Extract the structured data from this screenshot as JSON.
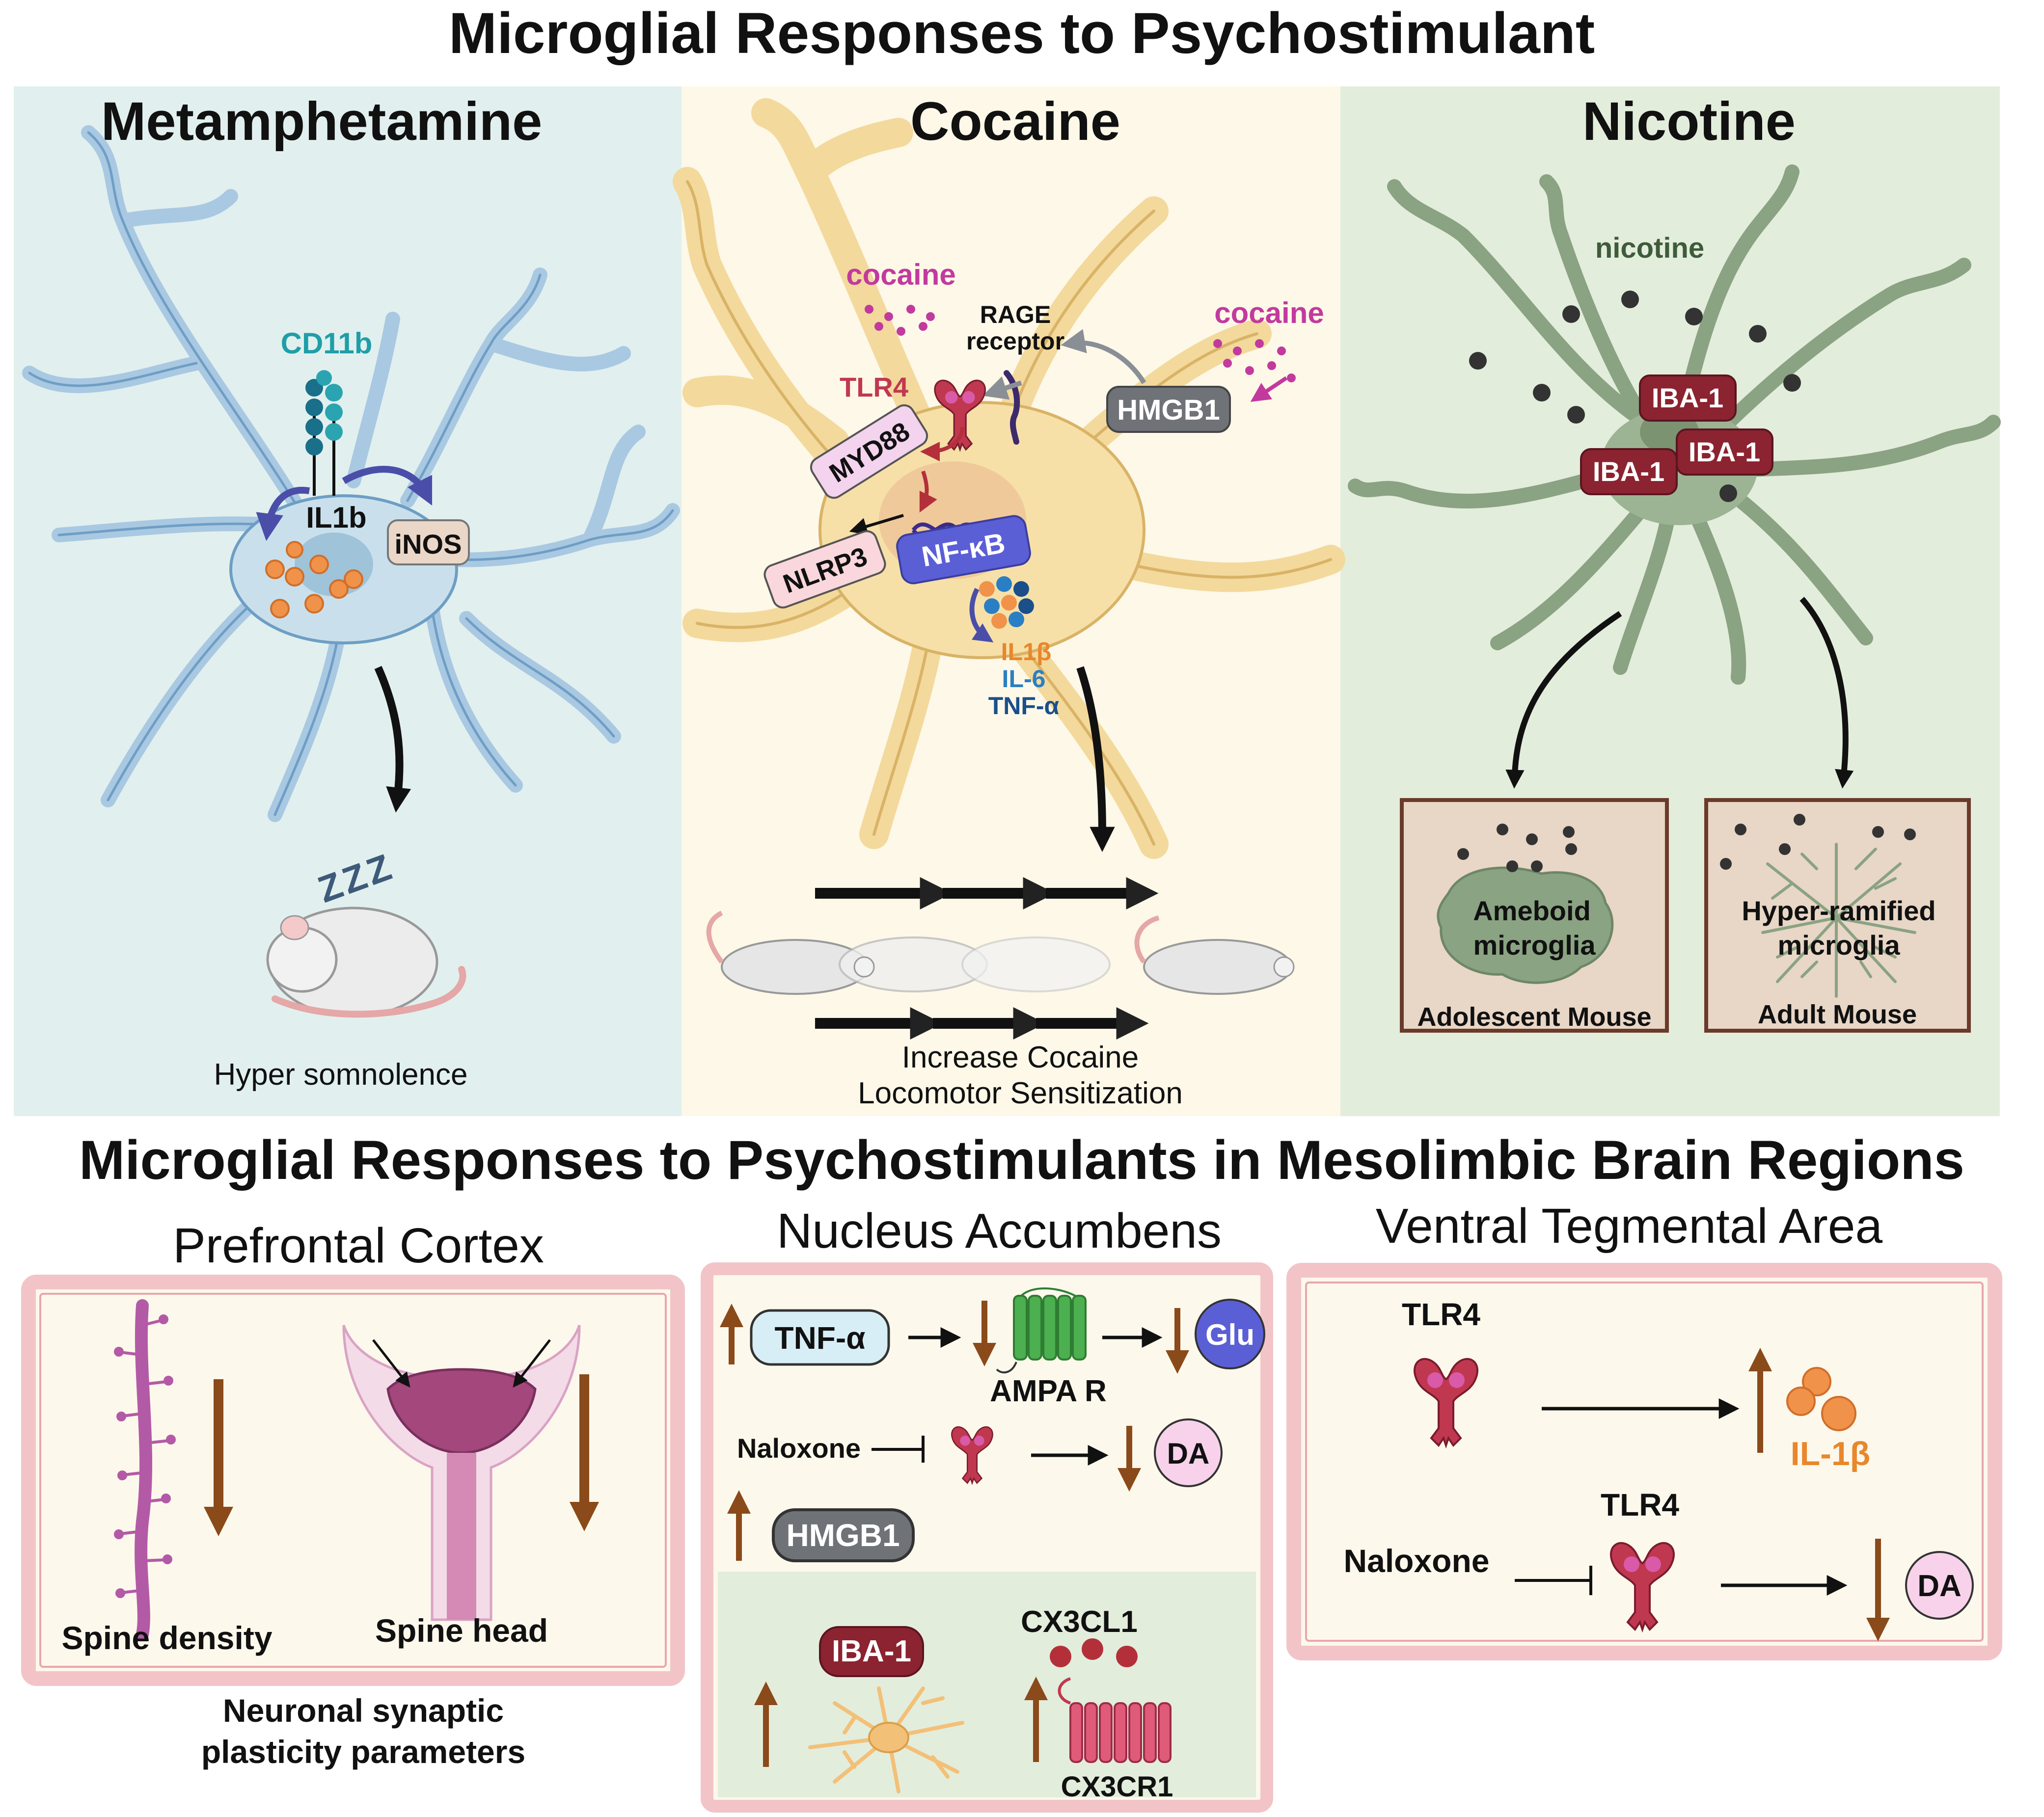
{
  "main_title": "Microglial Responses to Psychostimulant",
  "panels": {
    "meth": {
      "title": "Metamphetamine",
      "receptor": "CD11b",
      "cytokine": "IL1b",
      "enzyme": "iNOS",
      "sleep": "ZZZ",
      "outcome": "Hyper somnolence"
    },
    "cocaine": {
      "title": "Cocaine",
      "drug_1": "cocaine",
      "drug_2": "cocaine",
      "rage_1": "RAGE",
      "rage_2": "receptor",
      "tlr4": "TLR4",
      "hmgb1": "HMGB1",
      "myd88": "MYD88",
      "nfkb": "NF-κB",
      "nlrp3": "NLRP3",
      "il1b": "IL1β",
      "il6": "IL-6",
      "tnfa": "TNF-α",
      "outcome_1": "Increase Cocaine",
      "outcome_2": "Locomotor Sensitization"
    },
    "nicotine": {
      "title": "Nicotine",
      "drug": "nicotine",
      "iba_1": "IBA-1",
      "iba_2": "IBA-1",
      "iba_3": "IBA-1",
      "ameboid_1": "Ameboid",
      "ameboid_2": "microglia",
      "adolescent": "Adolescent Mouse",
      "hyper_1": "Hyper-ramified",
      "hyper_2": "microglia",
      "adult": "Adult Mouse"
    }
  },
  "bottom_title": "Microglial Responses to Psychostimulants in Mesolimbic Brain Regions",
  "regions": {
    "pfc": {
      "title": "Prefrontal Cortex",
      "spine_density": "Spine density",
      "spine_head": "Spine head",
      "caption_1": "Neuronal synaptic",
      "caption_2": "plasticity parameters"
    },
    "nac": {
      "title": "Nucleus Accumbens",
      "tnfa": "TNF-α",
      "ampa": "AMPA R",
      "glu": "Glu",
      "naloxone": "Naloxone",
      "da": "DA",
      "hmgb1": "HMGB1",
      "iba1": "IBA-1",
      "cx3cl1": "CX3CL1",
      "cx3cr1": "CX3CR1"
    },
    "vta": {
      "title": "Ventral Tegmental Area",
      "tlr4_top": "TLR4",
      "il1b": "IL-1β",
      "tlr4_bottom": "TLR4",
      "naloxone": "Naloxone",
      "da": "DA"
    }
  },
  "colors": {
    "meth_bg": "#e1f0ee",
    "cocaine_bg": "#fdf8e8",
    "nicotine_bg": "#e3eddc",
    "pink_frame": "#f2c4c8",
    "box_inner": "#fdf8ec",
    "brown_arrow": "#8a4a1a",
    "teal_text": "#1f9ea8",
    "magenta_text": "#c23a9e",
    "iba_fill": "#8c2330",
    "orange_text": "#e8872c"
  }
}
